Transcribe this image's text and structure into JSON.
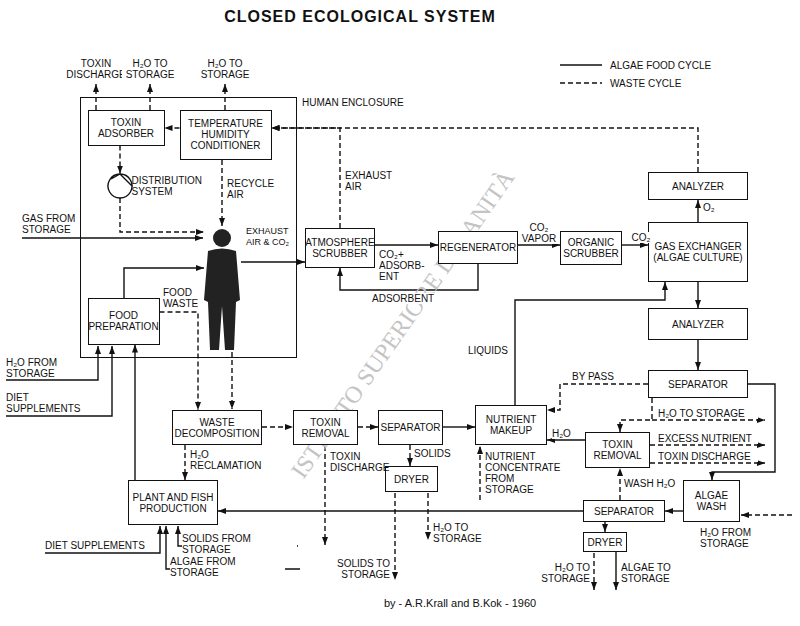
{
  "diagram": {
    "title": "CLOSED ECOLOGICAL SYSTEM",
    "nodes": [
      {
        "text": [
          "HUMAN ENCLOSURE"
        ]
      },
      {
        "text": [
          "TOXIN ADSORBER"
        ],
        "in": 0
      },
      {
        "text": [
          "TEMPERATURE HUMIDITY CONDITIONER"
        ],
        "in": 0
      },
      {
        "text": [
          "DISTRIBUTION SYSTEM"
        ],
        "in": 0
      },
      {
        "text": [
          "FOOD PREPARATION"
        ],
        "in": 0
      },
      {
        "text": [
          "ATMOSPHERE SCRUBBER"
        ]
      },
      {
        "text": [
          "REGENERATOR"
        ]
      },
      {
        "text": [
          "ORGANIC SCRUBBER"
        ]
      },
      {
        "text": [
          "ANALYZER"
        ]
      },
      {
        "text": [
          "GAS EXCHANGER (ALGAE CULTURE)"
        ]
      },
      {
        "text": [
          "ANALYZER"
        ]
      },
      {
        "text": [
          "SEPARATOR"
        ]
      },
      {
        "text": [
          "WASTE DECOMPOSITION"
        ]
      },
      {
        "text": [
          "TOXIN REMOVAL"
        ]
      },
      {
        "text": [
          "SEPARATOR"
        ]
      },
      {
        "text": [
          "NUTRIENT MAKEUP"
        ]
      },
      {
        "text": [
          "TOXIN REMOVAL"
        ]
      },
      {
        "text": [
          "DRYER"
        ]
      },
      {
        "text": [
          "PLANT AND FISH PRODUCTION"
        ]
      },
      {
        "text": [
          "SEPARATOR"
        ]
      },
      {
        "text": [
          "ALGAE WASH"
        ]
      },
      {
        "text": [
          "DRYER"
        ]
      }
    ],
    "edges": [
      {
        "from": 1,
        "to": 3,
        "arrow": "to"
      },
      {
        "from": 2,
        "to": 1,
        "arrow": "to"
      },
      {
        "from": 5,
        "to": 6,
        "arrow": "to"
      },
      {
        "from": 6,
        "to": 7,
        "arrow": "to"
      },
      {
        "from": 7,
        "to": 9,
        "arrow": "to"
      },
      {
        "from": 6,
        "to": 5,
        "arrow": "to"
      },
      {
        "from": 5,
        "to": 2,
        "arrow": "to"
      },
      {
        "from": 9,
        "to": 8,
        "arrow": "to"
      },
      {
        "from": 8,
        "to": 2,
        "arrow": "to"
      },
      {
        "from": 9,
        "to": 10,
        "arrow": "to"
      },
      {
        "from": 10,
        "to": 11,
        "arrow": "to"
      },
      {
        "from": 11,
        "to": 15,
        "arrow": "to"
      },
      {
        "from": 11,
        "to": 16,
        "arrow": "to"
      },
      {
        "from": 11,
        "to": 20,
        "arrow": "to"
      },
      {
        "from": 16,
        "to": 15,
        "arrow": "to"
      },
      {
        "from": 20,
        "to": 19,
        "arrow": "to"
      },
      {
        "from": 19,
        "to": 16,
        "arrow": "to"
      },
      {
        "from": 19,
        "to": 21,
        "arrow": "to"
      },
      {
        "from": 19,
        "to": 18,
        "arrow": "to"
      },
      {
        "from": 15,
        "to": 9,
        "arrow": "to"
      },
      {
        "from": 14,
        "to": 15,
        "arrow": "to"
      },
      {
        "from": 12,
        "to": 13,
        "arrow": "to"
      },
      {
        "from": 13,
        "to": 14,
        "arrow": "to"
      },
      {
        "from": 14,
        "to": 17,
        "arrow": "to"
      },
      {
        "from": 12,
        "to": 18,
        "arrow": "to"
      },
      {
        "from": 4,
        "to": 12,
        "arrow": "to"
      },
      {
        "from": 18,
        "to": 4,
        "arrow": "to"
      }
    ],
    "labels": [
      "TOXIN DISCHARGE",
      "H₂O TO STORAGE",
      "H₂O TO STORAGE",
      "RECYCLE AIR",
      "EXHAUST AIR",
      "GAS FROM STORAGE",
      "EXHAUST AIR & CO₂",
      "CO₂+ ADSORB- ENT",
      "CO₂ VAPOR",
      "CO₂",
      "O₂",
      "ADSORBENT",
      "FOOD WASTE",
      "H₂O FROM STORAGE",
      "DIET SUPPLEMENTS",
      "LIQUIDS",
      "BY PASS",
      "H₂O TO STORAGE",
      "EXCESS NUTRIENT",
      "TOXIN DISCHARGE",
      "H₂O",
      "NUTRIENT CONCENTRATE FROM STORAGE",
      "WASH H₂O",
      "H₂O RECLAMATION",
      "TOXIN DISCHARGE",
      "SOLIDS",
      "SOLIDS TO STORAGE",
      "H₂O TO STORAGE",
      "H₂O TO STORAGE",
      "ALGAE TO STORAGE",
      "H₂O FROM STORAGE",
      "DIET SUPPLEMENTS",
      "SOLIDS FROM STORAGE",
      "ALGAE FROM STORAGE",
      "by - A.R.Krall and B.Kok - 1960",
      "ISTITUTO SUPERIORE DI SANITÀ"
    ],
    "legend": [
      {
        "text": "ALGAE FOOD CYCLE"
      },
      {
        "text": "WASTE CYCLE"
      }
    ]
  }
}
